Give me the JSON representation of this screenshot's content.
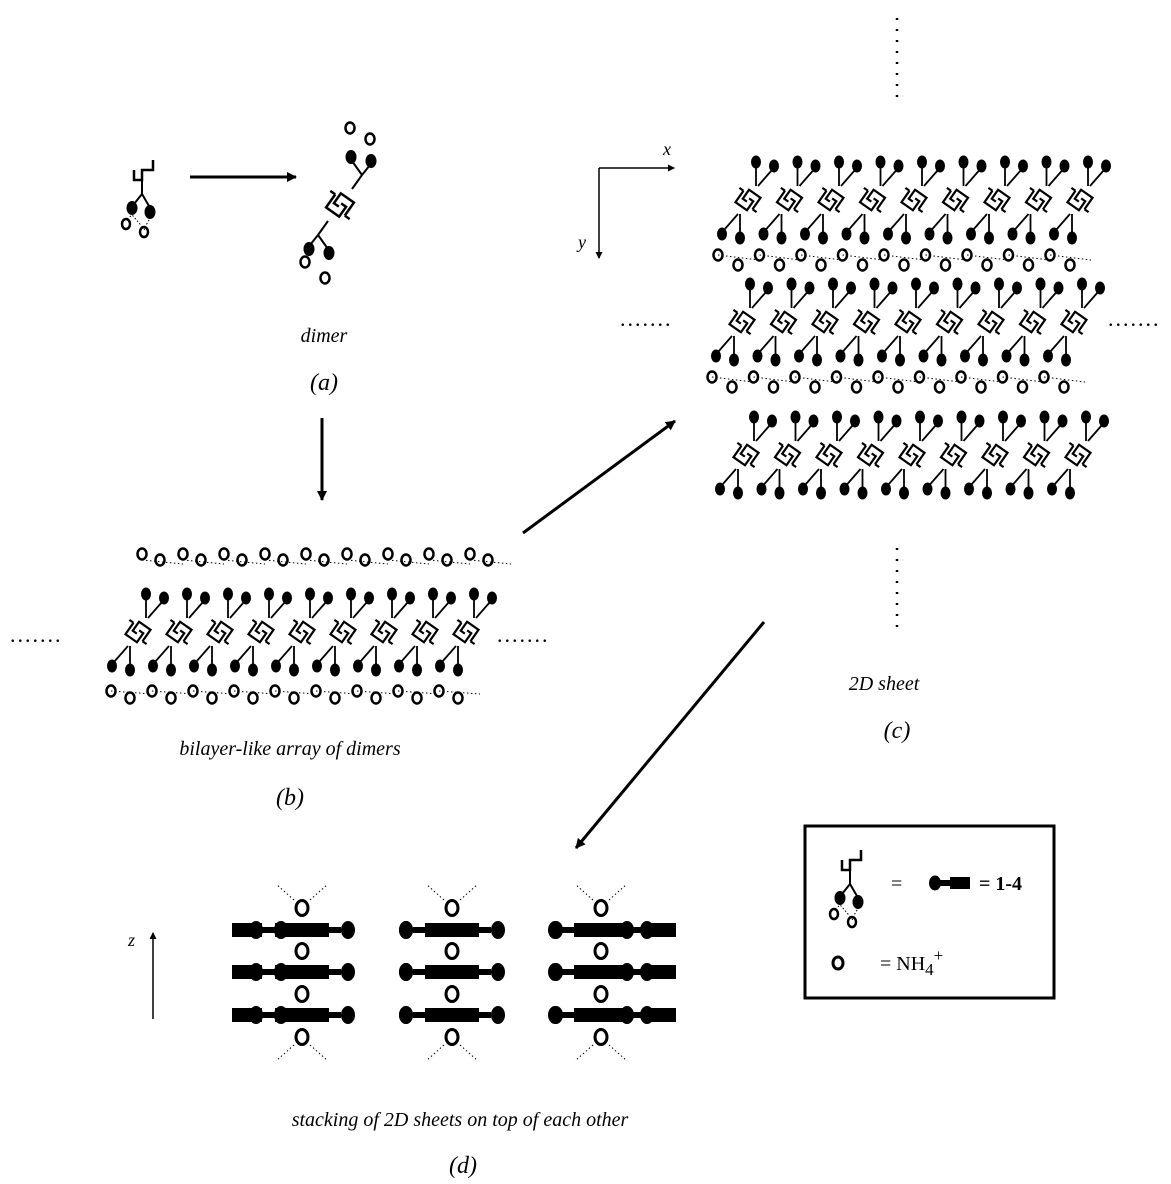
{
  "captions": {
    "dimer": "dimer",
    "panel_a": "(a)",
    "bilayer": "bilayer-like array of dimers",
    "panel_b": "(b)",
    "sheet": "2D sheet",
    "panel_c": "(c)",
    "stacking": "stacking of 2D sheets on top of each other",
    "panel_d": "(d)"
  },
  "axes": {
    "x": "x",
    "y": "y",
    "z": "z"
  },
  "legend": {
    "eq_molecule": "=",
    "eq_compound": "= 1-4",
    "eq_ammonium_prefix": "= NH",
    "ammonium_sub": "4",
    "ammonium_sup": "+"
  },
  "colors": {
    "ink": "#000000",
    "background": "#ffffff"
  }
}
